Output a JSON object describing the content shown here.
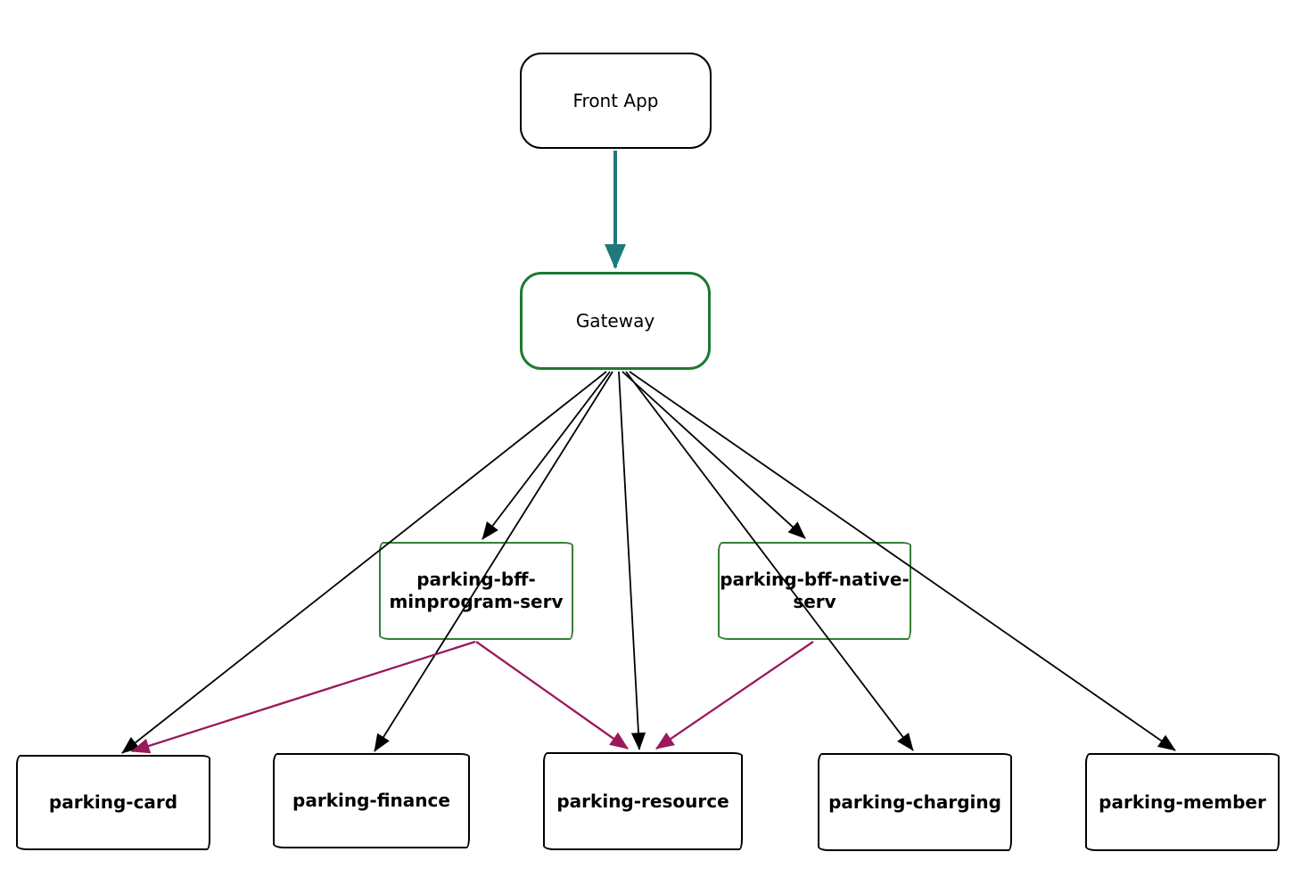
{
  "diagram": {
    "nodes": [
      {
        "id": "front-app",
        "label": "Front App"
      },
      {
        "id": "gateway",
        "label": "Gateway"
      },
      {
        "id": "parking-bff-minprogram-serv",
        "label": "parking-bff-minprogram-serv",
        "lines": [
          "parking-bff-",
          "minprogram-serv"
        ]
      },
      {
        "id": "parking-bff-native-serv",
        "label": "parking-bff-native-serv",
        "lines": [
          "parking-bff-native-",
          "serv"
        ]
      },
      {
        "id": "parking-card",
        "label": "parking-card"
      },
      {
        "id": "parking-finance",
        "label": "parking-finance"
      },
      {
        "id": "parking-resource",
        "label": "parking-resource"
      },
      {
        "id": "parking-charging",
        "label": "parking-charging"
      },
      {
        "id": "parking-member",
        "label": "parking-member"
      }
    ],
    "edges": [
      {
        "from": "front-app",
        "to": "gateway",
        "color": "teal"
      },
      {
        "from": "gateway",
        "to": "parking-card",
        "color": "black"
      },
      {
        "from": "gateway",
        "to": "parking-bff-minprogram-serv",
        "color": "black"
      },
      {
        "from": "gateway",
        "to": "parking-finance",
        "color": "black"
      },
      {
        "from": "gateway",
        "to": "parking-resource",
        "color": "black"
      },
      {
        "from": "gateway",
        "to": "parking-bff-native-serv",
        "color": "black"
      },
      {
        "from": "gateway",
        "to": "parking-charging",
        "color": "black"
      },
      {
        "from": "gateway",
        "to": "parking-member",
        "color": "black"
      },
      {
        "from": "parking-bff-minprogram-serv",
        "to": "parking-card",
        "color": "maroon"
      },
      {
        "from": "parking-bff-minprogram-serv",
        "to": "parking-resource",
        "color": "maroon"
      },
      {
        "from": "parking-bff-native-serv",
        "to": "parking-resource",
        "color": "maroon"
      }
    ],
    "colors": {
      "black": "#000000",
      "teal": "#1f7a7a",
      "maroon": "#991a5b",
      "gateway_green": "#1d7a30",
      "service_green": "#357e35"
    }
  }
}
